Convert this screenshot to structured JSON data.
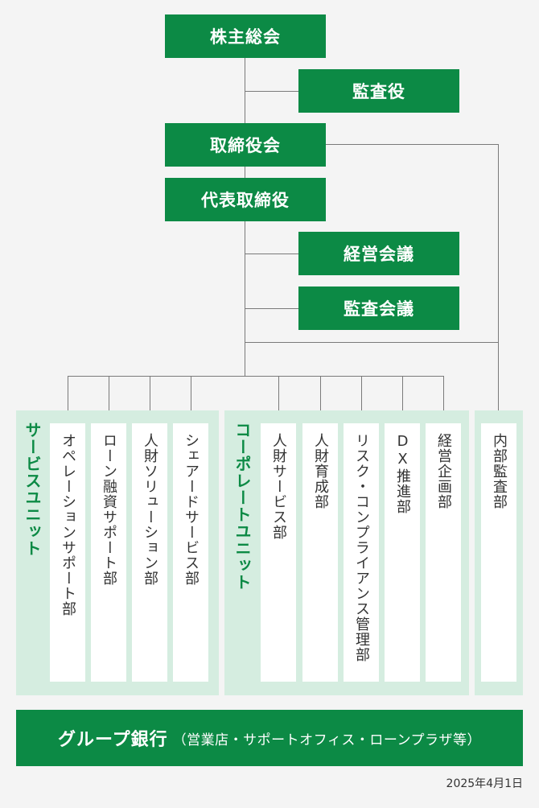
{
  "nodes": {
    "shareholders": "株主総会",
    "auditors": "監査役",
    "board": "取締役会",
    "president": "代表取締役",
    "management_meeting": "経営会議",
    "audit_meeting": "監査会議"
  },
  "units": {
    "service": {
      "title": "サービスユニット",
      "departments": [
        "オペレーションサポート部",
        "ローン融資サポート部",
        "人財ソリューション部",
        "シェアードサービス部"
      ]
    },
    "corporate": {
      "title": "コーポレートユニット",
      "departments": [
        "人財サービス部",
        "人財育成部",
        "リスク・コンプライアンス管理部",
        "DX推進部",
        "経営企画部"
      ]
    },
    "internal_audit": {
      "departments": [
        "内部監査部"
      ]
    }
  },
  "group_bank": {
    "name": "グループ銀行",
    "detail": "（営業店・サポートオフィス・ローンプラザ等）"
  },
  "date": "2025年4月1日",
  "colors": {
    "green": "#0c8a45",
    "panel": "#d5ede0",
    "line": "#7a7a7a"
  }
}
